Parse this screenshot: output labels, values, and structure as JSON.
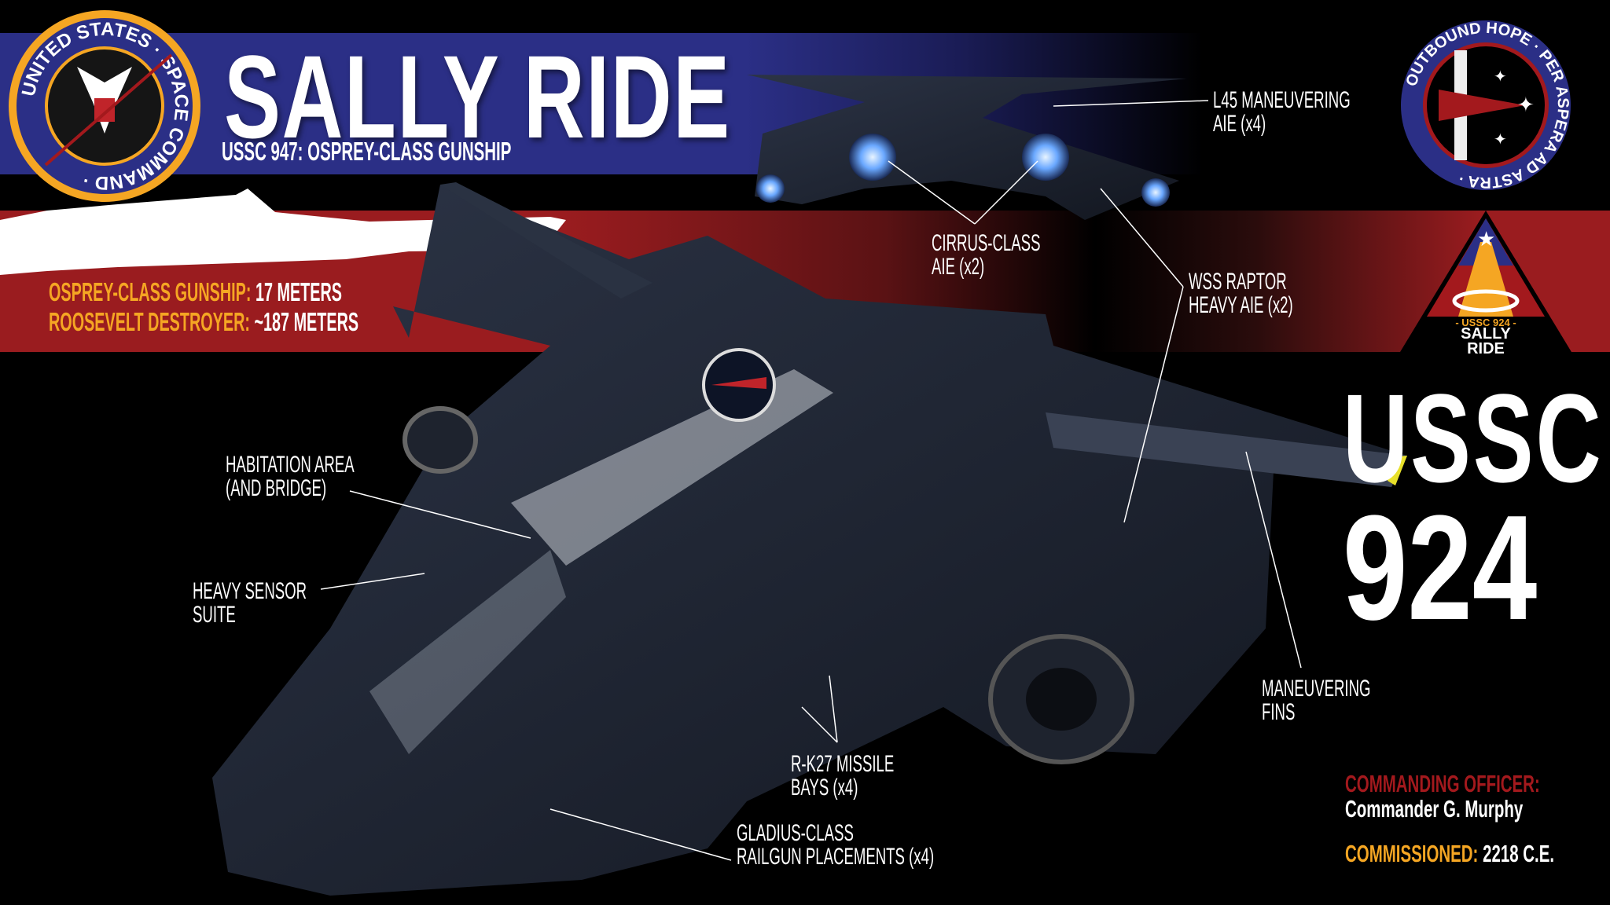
{
  "header": {
    "title": "SALLY RIDE",
    "subtitle": "USSC 947:  OSPREY-CLASS GUNSHIP"
  },
  "seal_left": {
    "text": "UNITED STATES SPACE COMMAND"
  },
  "seal_right": {
    "text": "OUTBOUND HOPE · PER ASPERA AD ASTRA"
  },
  "mission_patch": {
    "line1": "- USSC 924 -",
    "line2": "SALLY",
    "line3": "RIDE"
  },
  "size_comparison": [
    {
      "label": "OSPREY-CLASS GUNSHIP:",
      "value": "17 METERS"
    },
    {
      "label": "ROOSEVELT DESTROYER:",
      "value": "~187 METERS"
    }
  ],
  "callouts": {
    "l45": [
      "L45 MANEUVERING",
      "AIE (x4)"
    ],
    "cirrus": [
      "CIRRUS-CLASS",
      "AIE (x2)"
    ],
    "raptor": [
      "WSS RAPTOR",
      "HEAVY AIE (x2)"
    ],
    "habitation": [
      "HABITATION AREA",
      "(AND BRIDGE)"
    ],
    "sensor": [
      "HEAVY SENSOR",
      "SUITE"
    ],
    "fins": [
      "MANEUVERING",
      "FINS"
    ],
    "missile": [
      "R-K27 MISSILE",
      "BAYS (x4)"
    ],
    "railgun": [
      "GLADIUS-CLASS",
      "RAILGUN PLACEMENTS (x4)"
    ]
  },
  "hull": {
    "line1": "USSC",
    "line2": "924"
  },
  "info": {
    "officer_label": "COMMANDING OFFICER:",
    "officer_name": "Commander G. Murphy",
    "commissioned_label": "COMMISSIONED:",
    "commissioned_value": "2218 C.E."
  },
  "colors": {
    "blue": "#2b2f86",
    "red": "#9a1c1f",
    "orange": "#f5a623",
    "crimson": "#a3191d"
  }
}
